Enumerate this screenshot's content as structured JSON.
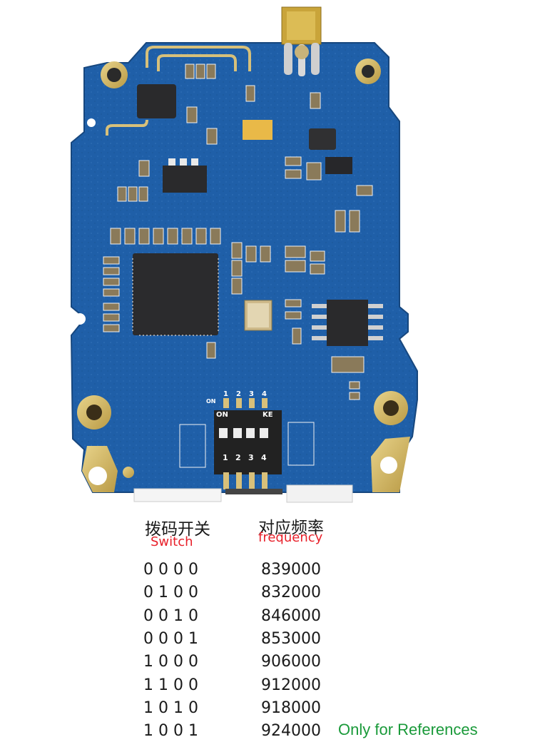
{
  "photo": {
    "subject": "PCB board (blue) with RF connector, QFN chip, crystal, SOIC chip and 4-position DIP switch",
    "dip_switch": {
      "top_labels": [
        "1",
        "2",
        "3",
        "4"
      ],
      "bottom_labels": [
        "1",
        "2",
        "3",
        "4"
      ],
      "on_label_small": "ON",
      "body_left_label": "ON",
      "body_right_label": "KE"
    },
    "colors": {
      "pcb_blue": "#1f5fa8",
      "pcb_dark_blue": "#184e8f",
      "gold_pad": "#d8c27a",
      "chip_black": "#2a2a2c",
      "silkscreen_white": "#f2f2f2"
    }
  },
  "table": {
    "header": {
      "switch_cn": "拨码开关",
      "switch_en": "Switch",
      "freq_cn": "对应频率",
      "freq_en": "frequency"
    },
    "rows": [
      {
        "switch": "0 0 0 0",
        "frequency": "839000"
      },
      {
        "switch": "0 1 0 0",
        "frequency": "832000"
      },
      {
        "switch": "0 0 1 0",
        "frequency": "846000"
      },
      {
        "switch": "0 0 0 1",
        "frequency": "853000"
      },
      {
        "switch": "1 0 0 0",
        "frequency": "906000"
      },
      {
        "switch": "1 1 0 0",
        "frequency": "912000"
      },
      {
        "switch": "1 0 1 0",
        "frequency": "918000"
      },
      {
        "switch": "1 0 0 1",
        "frequency": "924000"
      }
    ],
    "note": "Only for References"
  },
  "colors": {
    "header_en_red": "#e8202a",
    "note_green": "#1a9a3a",
    "text_black": "#1a1a1a"
  }
}
